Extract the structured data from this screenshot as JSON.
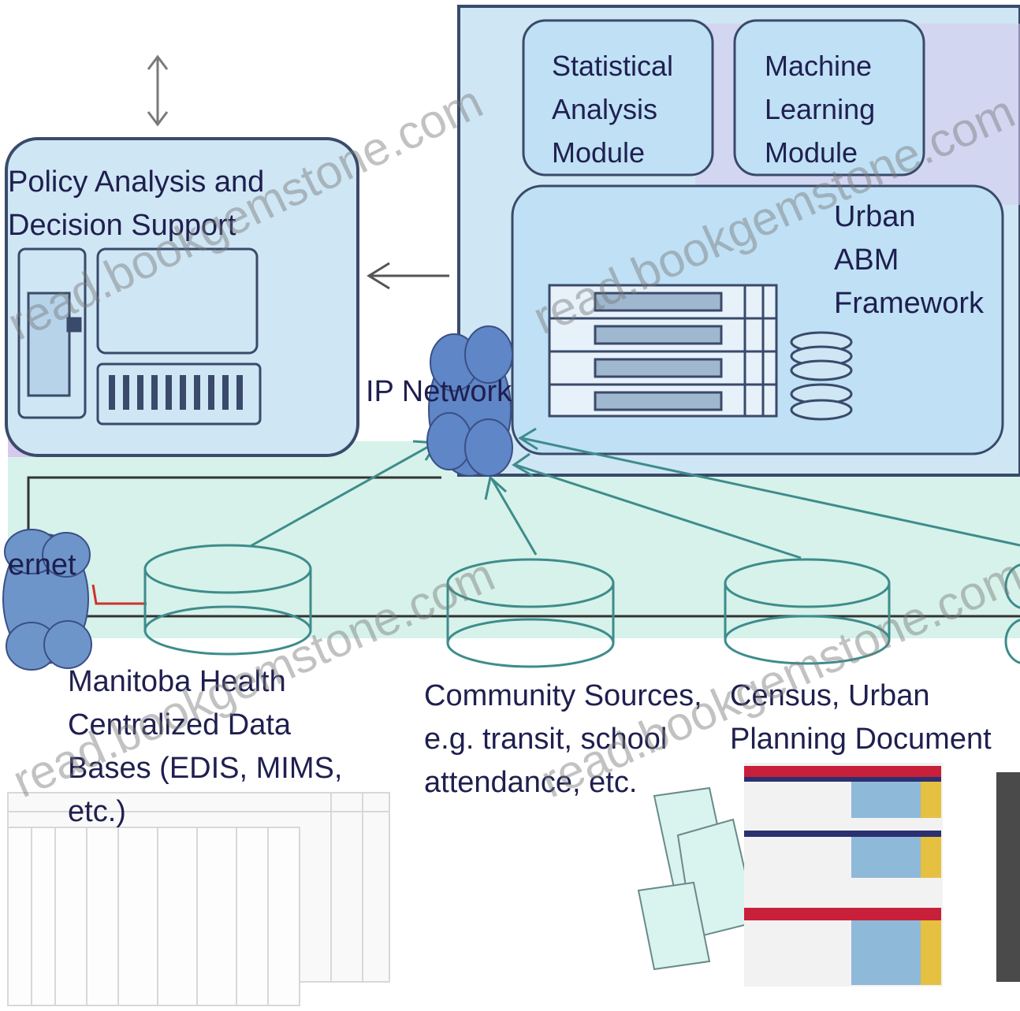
{
  "diagram": {
    "modules": {
      "statistical": "Statistical\nAnalysis\nModule",
      "machine_learning": "Machine\nLearning\nModule"
    },
    "framework_label": "Urban\nABM\nFramework",
    "policy_label": "Policy Analysis and\nDecision Support",
    "network_label": "IP Network",
    "internet_label": "ernet",
    "sources": {
      "manitoba": "Manitoba Health\nCentralized Data\nBases (EDIS, MIMS,\netc.)",
      "community": "Community Sources,\ne.g. transit, school\nattendance, etc.",
      "census": "Census, Urban\nPlanning Document"
    }
  },
  "watermark": "read.bookgemstone.com",
  "colors": {
    "panel_blue": "#cfe6f4",
    "box_blue": "#bfe0f5",
    "lavender": "#d7c9ee",
    "mint": "#d6f2ea",
    "outline": "#3a4a6a",
    "cloud": "#5f86c6",
    "teal_line": "#3e8c8c",
    "red_link": "#d03030"
  }
}
